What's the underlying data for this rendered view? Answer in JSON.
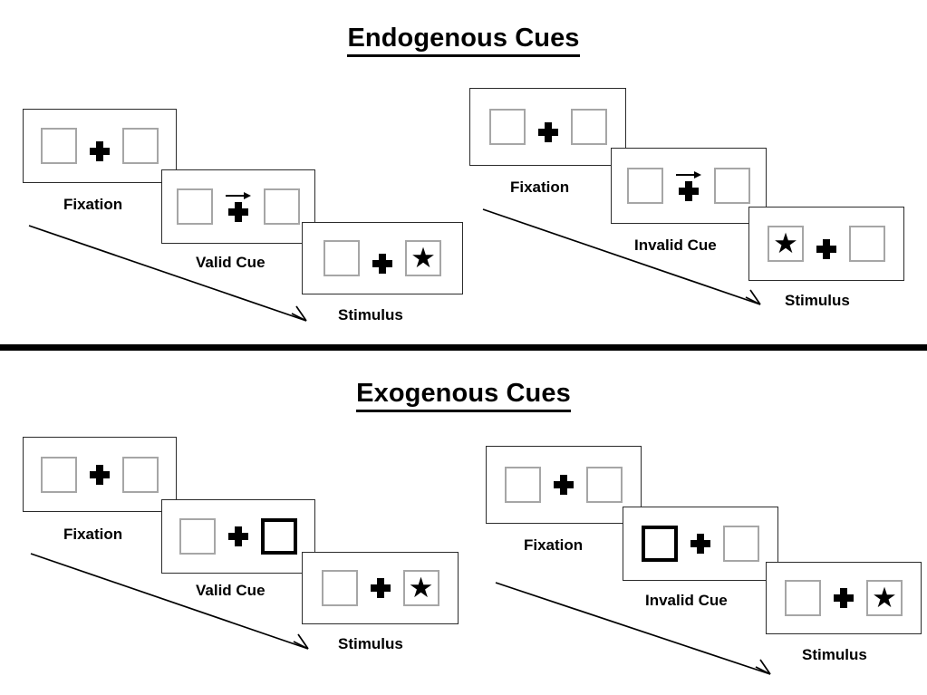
{
  "figure": {
    "title_endogenous": "Endogenous Cues",
    "title_exogenous": "Exogenous Cues",
    "divider_color": "#000000",
    "box_border_color": "#a6a6a6",
    "cued_box_border_color": "#000000",
    "panel_border_color": "#2b2b2b",
    "star_glyph": "★",
    "arrow_icon_name": "right-arrow-cue"
  },
  "quadrants": [
    {
      "id": "endogenous-valid",
      "section": "Endogenous Cues",
      "cue_type": "arrow",
      "validity": "valid",
      "panels": [
        {
          "caption": "Fixation",
          "cue": "none",
          "left_box": "empty",
          "right_box": "empty"
        },
        {
          "caption": "Valid Cue",
          "cue": "arrow-right",
          "left_box": "empty",
          "right_box": "empty"
        },
        {
          "caption": "Stimulus",
          "cue": "none",
          "left_box": "empty",
          "right_box": "star"
        }
      ]
    },
    {
      "id": "endogenous-invalid",
      "section": "Endogenous Cues",
      "cue_type": "arrow",
      "validity": "invalid",
      "panels": [
        {
          "caption": "Fixation",
          "cue": "none",
          "left_box": "empty",
          "right_box": "empty"
        },
        {
          "caption": "Invalid Cue",
          "cue": "arrow-right",
          "left_box": "empty",
          "right_box": "empty"
        },
        {
          "caption": "Stimulus",
          "cue": "none",
          "left_box": "star",
          "right_box": "empty"
        }
      ]
    },
    {
      "id": "exogenous-valid",
      "section": "Exogenous Cues",
      "cue_type": "box-flash",
      "validity": "valid",
      "panels": [
        {
          "caption": "Fixation",
          "cue": "none",
          "left_box": "empty",
          "right_box": "empty"
        },
        {
          "caption": "Valid Cue",
          "cue": "highlight-right",
          "left_box": "empty",
          "right_box": "cued"
        },
        {
          "caption": "Stimulus",
          "cue": "none",
          "left_box": "empty",
          "right_box": "star"
        }
      ]
    },
    {
      "id": "exogenous-invalid",
      "section": "Exogenous Cues",
      "cue_type": "box-flash",
      "validity": "invalid",
      "panels": [
        {
          "caption": "Fixation",
          "cue": "none",
          "left_box": "empty",
          "right_box": "empty"
        },
        {
          "caption": "Invalid Cue",
          "cue": "highlight-left",
          "left_box": "cued",
          "right_box": "empty"
        },
        {
          "caption": "Stimulus",
          "cue": "none",
          "left_box": "empty",
          "right_box": "star"
        }
      ]
    }
  ],
  "time_arrows": [
    {
      "name": "time-arrow-endogenous-valid"
    },
    {
      "name": "time-arrow-endogenous-invalid"
    },
    {
      "name": "time-arrow-exogenous-valid"
    },
    {
      "name": "time-arrow-exogenous-invalid"
    }
  ]
}
